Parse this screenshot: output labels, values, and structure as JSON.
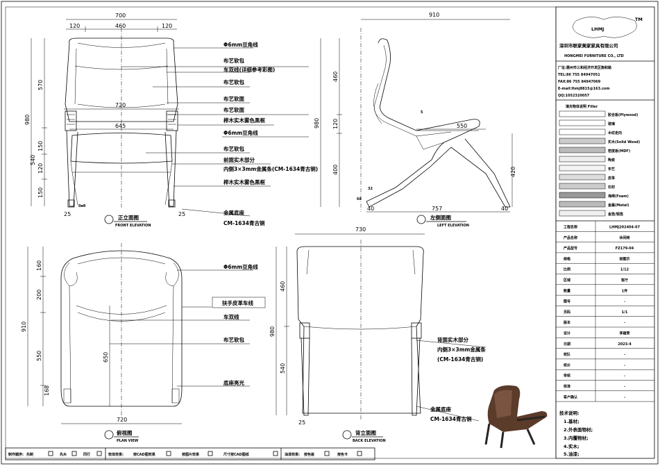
{
  "front_view": {
    "title": "正立面图",
    "subtitle": "FRONT ELEVATION",
    "dims": {
      "w_total": "700",
      "w_l": "120",
      "w_m": "460",
      "w_r": "120",
      "w_arm": "720",
      "w_seat": "645",
      "h_total": "980",
      "h_back": "570",
      "h_low": "540",
      "h_a": "150",
      "h_b": "120",
      "h_c": "150",
      "leg_l": "25",
      "leg_r": "25",
      "note": "0ø8"
    },
    "labels": [
      "Φ6mm豆角线",
      "布艺软包",
      "车双线(详细参考彩图)",
      "布艺软包",
      "布艺软面",
      "布艺软面",
      "榉木实木雾色黑框",
      "Φ6mm豆角线",
      "布艺软包",
      "前面实木部分",
      "内侧3×3mm金属条(CM-1634青古铜)",
      "榉木实木雾色黑框",
      "金属底座",
      "CM-1634青古铜"
    ]
  },
  "side_view": {
    "title": "左侧面图",
    "subtitle": "LEFT ELEVATION",
    "dims": {
      "w_total": "910",
      "h_total": "980",
      "h_a": "460",
      "h_b": "120",
      "h_c": "400",
      "h_right": "420",
      "depth": "550",
      "gap": "5",
      "base": "757",
      "foot_l": "40",
      "foot_r": "40",
      "d68": "68",
      "d32": "32"
    }
  },
  "plan_view": {
    "title": "俯视图",
    "subtitle": "PLAN VIEW",
    "dims": {
      "w": "720",
      "d_total": "910",
      "d_a": "160",
      "d_b": "200",
      "d_c": "550",
      "d_d": "168",
      "inner": "650"
    },
    "labels": [
      "Φ6mm豆角线",
      "扶手皮革车线",
      "车双线",
      "布艺软包",
      "底座亮光"
    ]
  },
  "back_view": {
    "title": "背立面图",
    "subtitle": "BACK ELEVATION",
    "dims": {
      "w": "730",
      "h_total": "980",
      "h_a": "460",
      "h_b": "540",
      "leg": "25"
    },
    "labels": [
      "背面实木部分",
      "内侧3×3mm金属条",
      "(CM-1634青古铜)",
      "金属底座",
      "CM-1634青古铜"
    ]
  },
  "title_block": {
    "logo_text": "LHMJ",
    "tm": "TM",
    "company_cn": "深圳市联家美家家具有限公司",
    "company_en": "HONGMEI FURNITURE CO., LTD",
    "contact": [
      "厂址:惠州市三和经济开发区衡和路",
      "TEL:86 755 84947051",
      "FAX:86 755 84947069",
      "E-mail:lhmj8815@163.com",
      "QQ:1052320057"
    ],
    "filler_title": "填充物体说明  Filler",
    "fillers": [
      "胶合板(Plywood)",
      "玻璃",
      "木纹走向",
      "实木(Solid Wood)",
      "密度板(MDF)",
      "陶瓷",
      "布艺",
      "皮革",
      "石材",
      "海绵(Foam)",
      "金属(Metal)",
      "金箔/银箔"
    ],
    "rows": [
      {
        "k": "工程名称",
        "v": "LHMJ202404-07"
      },
      {
        "k": "产品名称",
        "v": "休闲椅"
      },
      {
        "k": "产品型号",
        "v": "FZ179-04"
      },
      {
        "k": "规格",
        "v": "按图示"
      },
      {
        "k": "比例",
        "v": "1/12"
      },
      {
        "k": "区域",
        "v": "客厅"
      },
      {
        "k": "数量",
        "v": "1件"
      },
      {
        "k": "图号",
        "v": "-"
      },
      {
        "k": "页码",
        "v": "1/1"
      },
      {
        "k": "版本",
        "v": "-"
      },
      {
        "k": "设计",
        "v": "李建荣"
      },
      {
        "k": "日期",
        "v": "2023-4"
      },
      {
        "k": "校队",
        "v": "-"
      },
      {
        "k": "核价",
        "v": "-"
      },
      {
        "k": "审核",
        "v": "-"
      },
      {
        "k": "核准",
        "v": "-"
      },
      {
        "k": "客户确认",
        "v": "-"
      }
    ],
    "tech_title": "技术说明:",
    "tech": [
      "1.基材;",
      "2.外表面物材;",
      "3.内覆物材;",
      "4.实木;",
      "5.油漆;"
    ]
  },
  "bottom_bar": {
    "g1_label": "制作顺序:",
    "g1": [
      "先制",
      "先木",
      "同行"
    ],
    "g2_label": "软体效果:",
    "g2": [
      "按CAD图效果",
      "按图片效果",
      "尺寸按CAD图纸"
    ],
    "g3_label": "油漆效果:",
    "g3": [
      "按色板",
      "按色卡"
    ]
  },
  "colors": {
    "line": "#000000",
    "chair_fabric": "#5b3b2a",
    "chair_frame": "#2a2420"
  }
}
